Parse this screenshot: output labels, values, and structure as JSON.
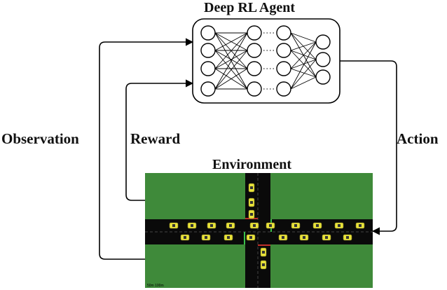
{
  "agent": {
    "title": "Deep RL Agent"
  },
  "environment": {
    "title": "Environment"
  },
  "edges": {
    "observation": "Observation",
    "reward": "Reward",
    "action": "Action"
  },
  "colors": {
    "grass": "#3f8a3a",
    "road": "#0a0a0a",
    "car": "#e8e23a",
    "line": "#000000"
  },
  "network": {
    "layers": [
      4,
      4,
      4,
      3
    ]
  },
  "scene": {
    "scale_text": "50m  100m"
  }
}
